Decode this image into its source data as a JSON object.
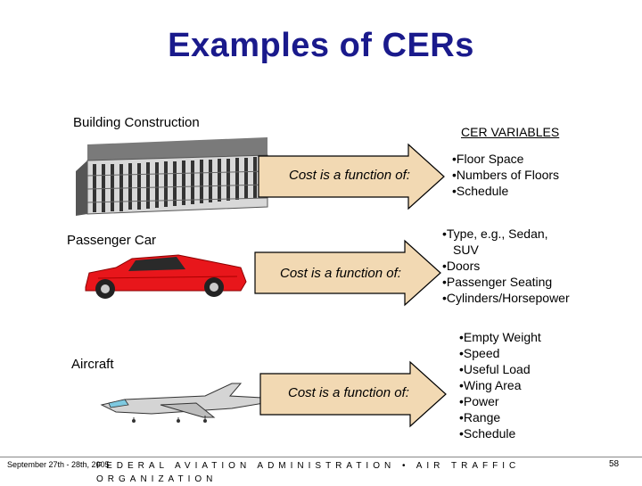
{
  "title": "Examples of CERs",
  "header_label": "CER VARIABLES",
  "sections": [
    {
      "label": "Building Construction",
      "arrow_text": "Cost is a function of:",
      "bullets": [
        "Floor Space",
        "Numbers of Floors",
        "Schedule"
      ]
    },
    {
      "label": "Passenger Car",
      "arrow_text": "Cost is a function of:",
      "bullets": [
        "Type, e.g., Sedan,",
        "Doors",
        "Passenger Seating",
        "Cylinders/Horsepower"
      ],
      "bullet_continuation": "SUV"
    },
    {
      "label": "Aircraft",
      "arrow_text": "Cost is a function of:",
      "bullets": [
        "Empty Weight",
        "Speed",
        "Useful Load",
        "Wing Area",
        "Power",
        "Range",
        "Schedule"
      ]
    }
  ],
  "footer": {
    "date": "September 27th - 28th, 2005",
    "org": "FEDERAL AVIATION ADMINISTRATION • AIR TRAFFIC ORGANIZATION",
    "page": "58"
  },
  "colors": {
    "title": "#1a1a8c",
    "arrow_fill": "#f2d9b3",
    "car_body": "#e8161b"
  }
}
